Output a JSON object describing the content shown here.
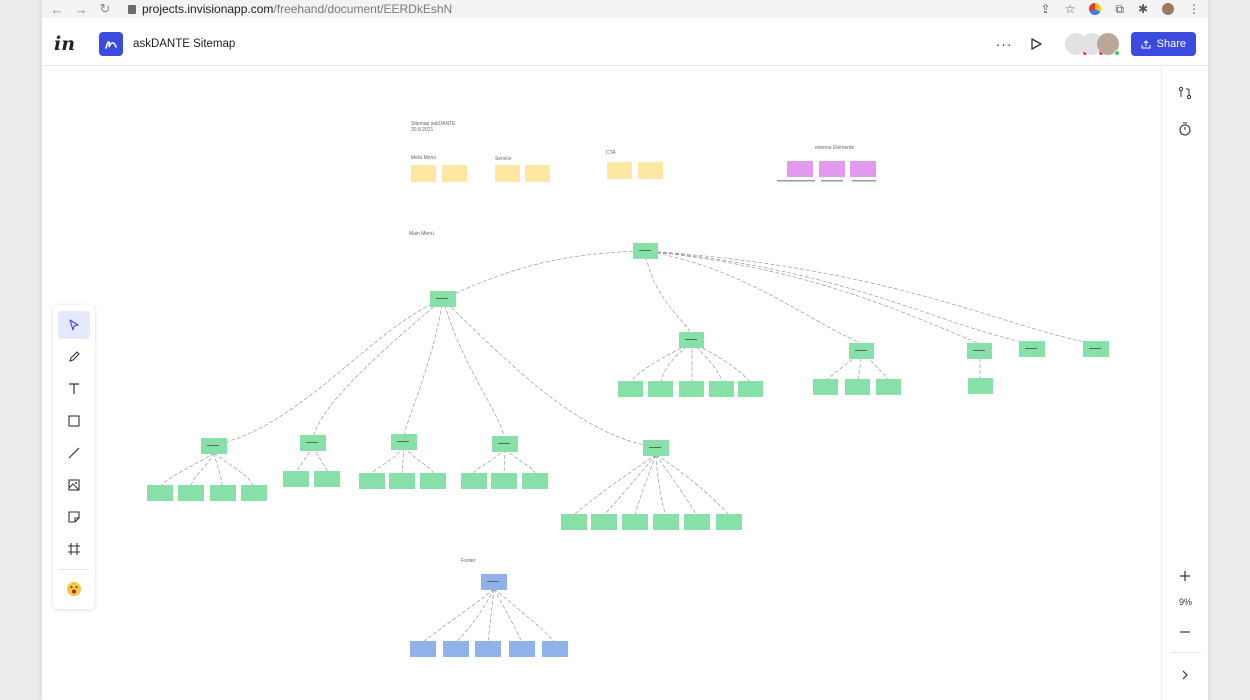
{
  "browser": {
    "url_host": "projects.invisionapp.com",
    "url_path": "/freehand/document/EERDkEshN"
  },
  "app": {
    "logo": "in",
    "document_title": "askDANTE Sitemap",
    "more_label": "···",
    "share_label": "Share"
  },
  "canvas": {
    "title_line1": "Sitemap askDANTE",
    "title_line2": "20.8.2021",
    "section_meta_menu": "Meta Menü",
    "section_service": "Service",
    "section_cta": "CTA",
    "section_external": "externe Elemente",
    "section_main_menu": "Main Menü",
    "section_footer": "Footer"
  },
  "right_rail": {
    "zoom_level": "9%"
  },
  "colors": {
    "accent": "#3b4be0",
    "sticky_yellow": "#fde8a3",
    "sticky_green": "#86e0a8",
    "sticky_purple": "#e29aef",
    "sticky_blue": "#8fb2ea"
  }
}
